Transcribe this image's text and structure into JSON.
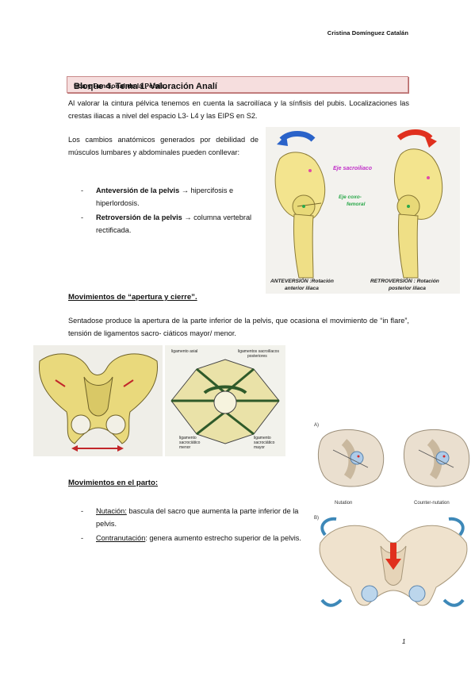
{
  "header": {
    "author": "Cristina Domínguez Catalán"
  },
  "title": {
    "part1": "Bloque 4. Tema 1. Valoración Analí",
    "part2": "tica y Funcional de la Pelvis."
  },
  "intro": "Al valorar la cintura pélvica tenemos en cuenta la sacroilíaca y la sínfisis del pubis. Localizaciones las crestas iliacas a nivel del espacio L3- L4 y las EIPS en S2.",
  "changes": {
    "text": "Los cambios anatómicos generados por debilidad de músculos lumbares y abdominales pueden conllevar:",
    "items": [
      {
        "dash": "-",
        "term": "Anteversión de la pelvis",
        "arrow": "→",
        "rest": " hipercifosis e hiperlordosis."
      },
      {
        "dash": "-",
        "term": "Retroversión de la pelvis",
        "arrow": "→",
        "rest": " columna vertebral rectificada."
      }
    ]
  },
  "figure_pelvis_tilt": {
    "label_sacro": "Eje sacroiliaco",
    "label_coxo_1": "Eje coxo-",
    "label_coxo_2": "femoral",
    "caption_left_1": "ANTEVERSIÓN :Rotación",
    "caption_left_2": "anterior iliaca",
    "caption_right_1": "RETROVERSIÓN : Rotación",
    "caption_right_2": "posterior iliaca",
    "colors": {
      "bone": "#f3e48e",
      "left_arrow": "#2a63c9",
      "right_arrow": "#e0301e",
      "label": "#c02fc8"
    }
  },
  "section_opening": {
    "heading": "Movimientos de “apertura y cierre”.",
    "text": "Sentadose produce la apertura de la parte inferior de la pelvis, que ocasiona el movimiento de “in flare”, tensión de ligamentos sacro- ciáticos mayor/ menor."
  },
  "figure_ligaments": {
    "label_axial": "ligamento axial",
    "label_sacro_1": "ligamentos sacroilíacos",
    "label_sacro_2": "posteriores",
    "label_menor_1": "ligamento",
    "label_menor_2": "sacrociático",
    "label_menor_3": "menor",
    "label_mayor_1": "ligamento",
    "label_mayor_2": "sacrociático",
    "label_mayor_3": "mayor"
  },
  "section_birth": {
    "heading": "Movimientos en el parto:",
    "items": [
      {
        "dash": "-",
        "term": "Nutación:",
        "rest": " bascula del sacro que aumenta la parte inferior de la pelvis."
      },
      {
        "dash": "-",
        "term": "Contranutación",
        "rest": ": genera aumento estrecho superior de la pelvis."
      }
    ]
  },
  "figure_nutation": {
    "label_a": "A)",
    "label_b": "B)",
    "caption_1": "Nutation",
    "caption_2": "Counter-nutation"
  },
  "footer": {
    "page_number": "1"
  }
}
